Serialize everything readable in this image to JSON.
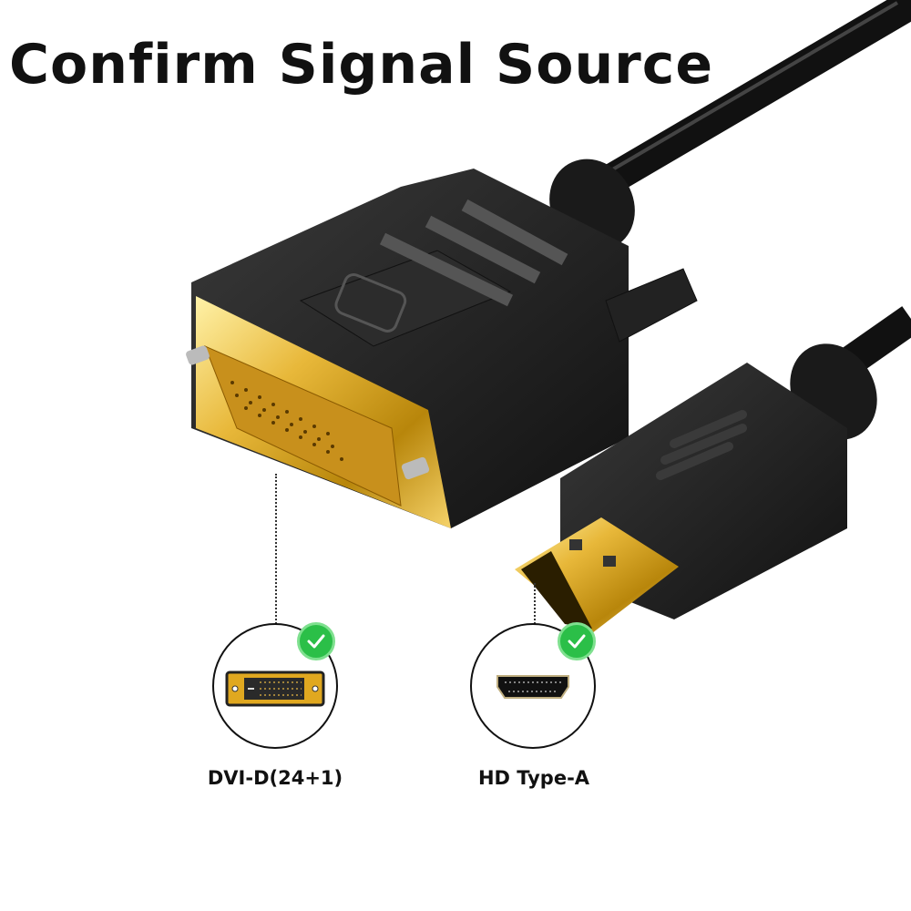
{
  "title": "Confirm Signal Source",
  "connectors": [
    {
      "name": "dvi",
      "label": "DVI-D(24+1)",
      "status": "check",
      "icon": "dvi-connector-icon"
    },
    {
      "name": "hdmi",
      "label": "HD Type-A",
      "status": "check",
      "icon": "hdmi-connector-icon"
    }
  ],
  "colors": {
    "gold": "#d9a520",
    "plastic": "#1c1c1c",
    "check_green": "#2bbf48"
  }
}
